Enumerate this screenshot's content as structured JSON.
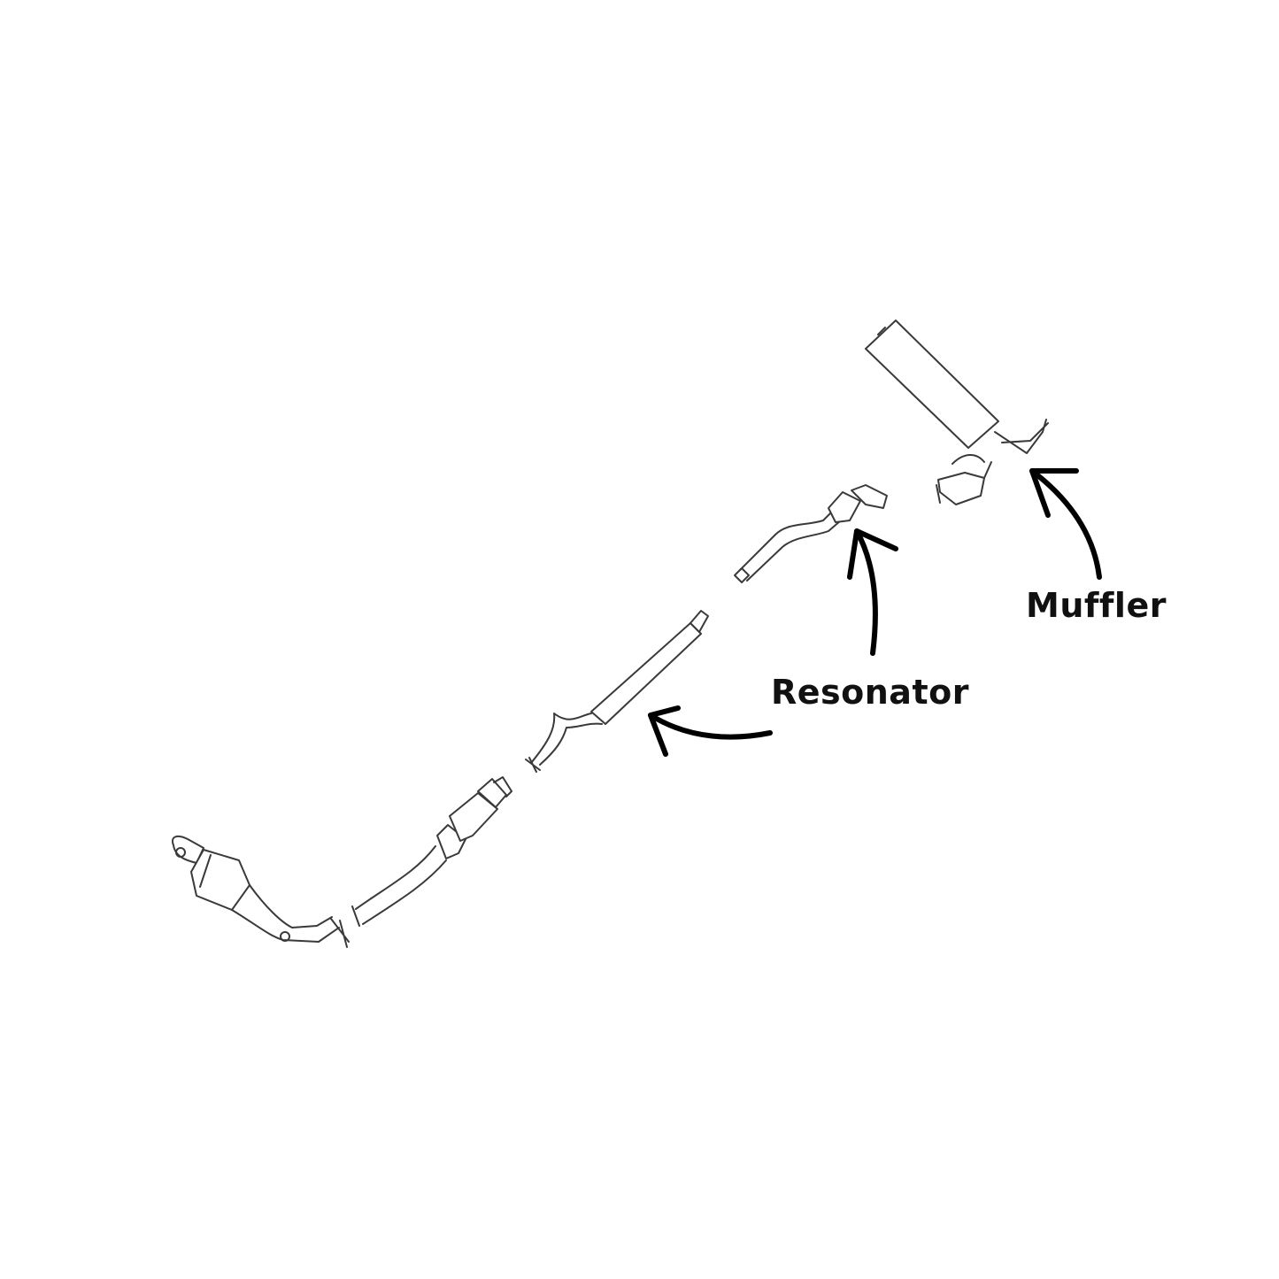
{
  "diagram": {
    "labels": {
      "resonator": "Resonator",
      "muffler": "Muffler"
    },
    "colors": {
      "background": "#ffffff",
      "line_art": "#3a3a3a",
      "arrows": "#000000",
      "text": "#111111"
    },
    "parts": [
      "front-pipe-with-catalytic-converter",
      "intermediate-pipe-with-flex-joint",
      "resonator-pipe",
      "mid-pipe",
      "muffler-assembly"
    ]
  }
}
